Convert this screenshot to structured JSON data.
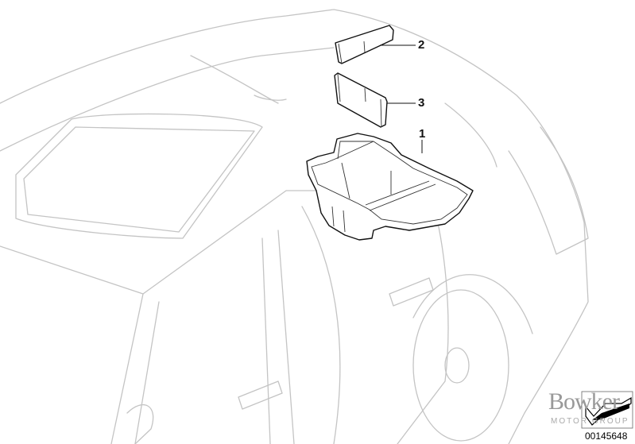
{
  "callouts": [
    {
      "id": "1",
      "label": "1"
    },
    {
      "id": "2",
      "label": "2"
    },
    {
      "id": "3",
      "label": "3"
    }
  ],
  "diagram_number": "00145648",
  "watermark": {
    "brand": "Bowker",
    "sub": "MOTOR GROUP"
  },
  "colors": {
    "car_outline": "#c4c4c4",
    "part_outline": "#111111"
  }
}
